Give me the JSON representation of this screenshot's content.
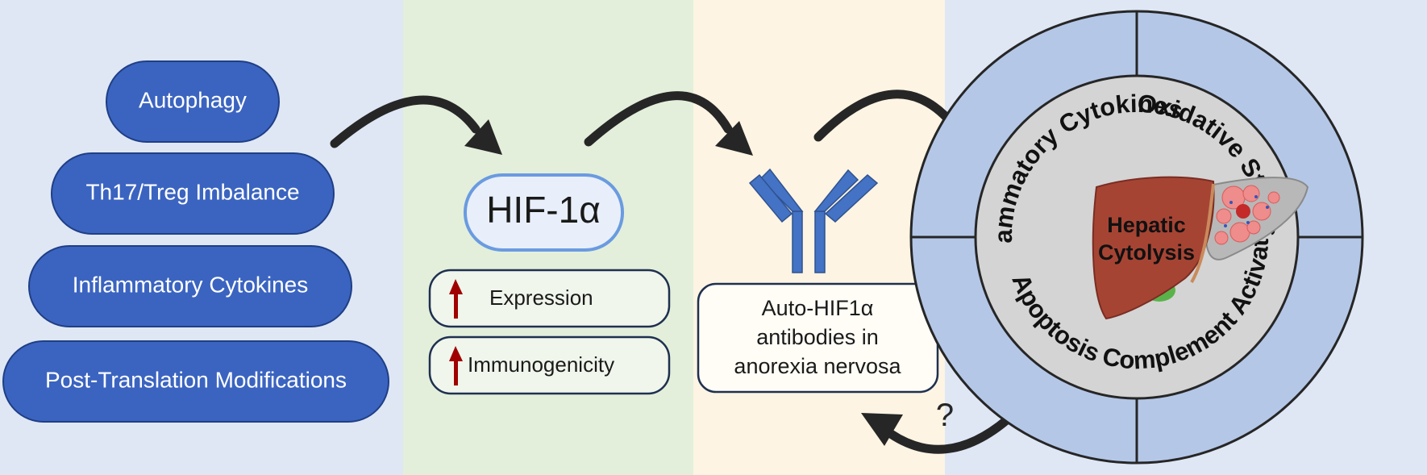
{
  "factors": [
    "Autophagy",
    "Th17/Treg Imbalance",
    "Inflammatory Cytokines",
    "Post-Translation Modifications"
  ],
  "hif": {
    "name": "HIF-1α",
    "expression_label": "Expression",
    "immunogenicity_label": "Immunogenicity"
  },
  "antibody": {
    "line1": "Auto-HIF1α",
    "line2": "antibodies in",
    "line3": "anorexia nervosa"
  },
  "ring": {
    "inflammatory_cytokines": "Inflammatory Cytokines",
    "oxidative_stress": "Oxidative Stress",
    "complement_activation": "Complement Activation",
    "apoptosis": "Apoptosis"
  },
  "liver": {
    "line1": "Hepatic",
    "line2": "Cytolysis"
  },
  "question_mark": "?",
  "colors": {
    "panel_left": "#dfe7f5",
    "panel_green": "#e3efdb",
    "panel_yellow": "#fdf4e3",
    "panel_right": "#dfe7f5",
    "pill_fill": "#3b64c0",
    "pill_stroke": "#1f3f85",
    "ring_fill": "#b4c7e7",
    "inner_circle": "#d4d4d4",
    "up_arrow": "#a00000",
    "liver_red": "#a64434",
    "antibody_blue": "#4472c4"
  }
}
